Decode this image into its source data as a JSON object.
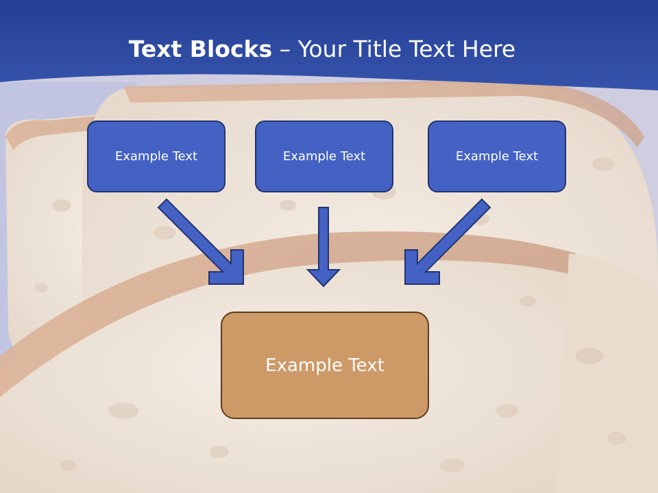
{
  "slide": {
    "title_bold": "Text Blocks",
    "title_dash": " – ",
    "title_rest": "Your Title Text Here"
  },
  "blocks": {
    "top": [
      {
        "label": "Example Text"
      },
      {
        "label": "Example Text"
      },
      {
        "label": "Example Text"
      }
    ],
    "bottom": {
      "label": "Example Text"
    }
  },
  "colors": {
    "banner": "#2e4a9c",
    "blue_box": "#4462c4",
    "blue_border": "#22336e",
    "brown_box": "#cd9966",
    "brown_border": "#5c3d1e",
    "arrow_fill": "#4462c4",
    "arrow_stroke": "#22336e"
  }
}
